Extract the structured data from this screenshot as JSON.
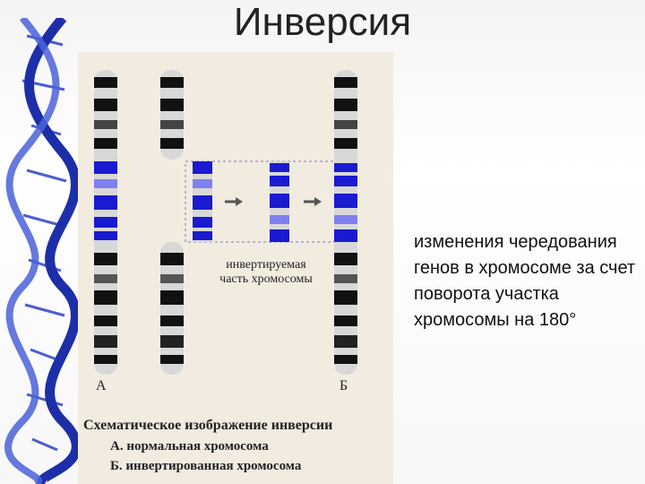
{
  "slide": {
    "title": "Инверсия",
    "description": "изменения чередования генов в хромосоме за счет поворота участка хромосомы на 180°"
  },
  "figure": {
    "inverted_part_label_line1": "инвертируемая",
    "inverted_part_label_line2": "часть хромосомы",
    "letter_a": "А",
    "letter_b": "Б",
    "caption_title": "Схематическое изображение инверсии",
    "caption_a": "А. нормальная хромосома",
    "caption_b": "Б. инвертированная хромосома"
  },
  "colors": {
    "panel_background": "#f2ebe0",
    "blue_band": "#1a1ad0",
    "dna_strand": "#2a3fb8"
  }
}
